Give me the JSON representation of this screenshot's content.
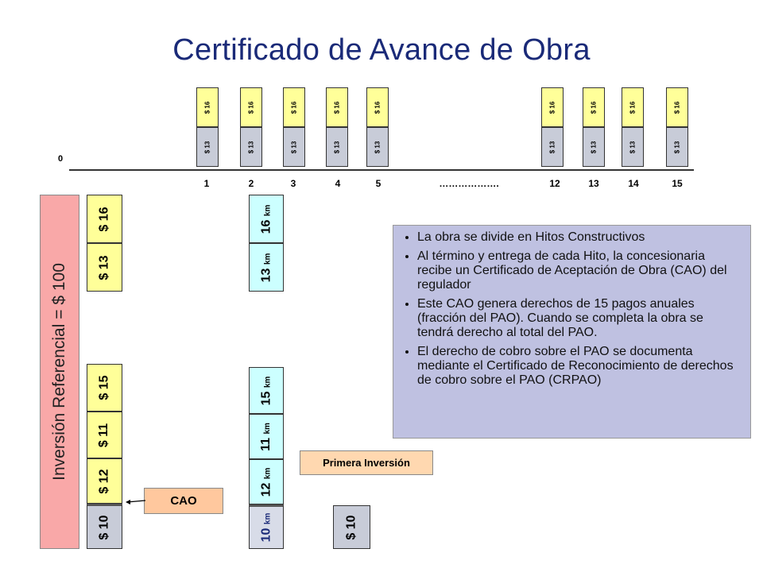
{
  "title": "Certificado de Avance de Obra",
  "timeline": {
    "zero_label": "0",
    "top_box_label": "$ 16",
    "bottom_box_label": "$ 13",
    "ticks": [
      "1",
      "2",
      "3",
      "4",
      "5",
      "12",
      "13",
      "14",
      "15"
    ],
    "ellipsis": "………………."
  },
  "investment": {
    "label": "Inversión Referencial = $ 100",
    "stack_top": [
      "$ 16",
      "$ 13"
    ],
    "stack_bottom": [
      "$ 15",
      "$ 11",
      "$ 12",
      "$ 10"
    ]
  },
  "km": {
    "unit": "km",
    "stack_top": [
      "16",
      "13"
    ],
    "stack_bottom": [
      "15",
      "11",
      "12",
      "10"
    ]
  },
  "cao_label": "CAO",
  "primera_label": "Primera Inversión",
  "primera_value": "$ 10",
  "info": {
    "bullets": [
      "La obra se divide en Hitos Constructivos",
      "Al término y entrega de cada Hito, la concesionaria recibe un Certificado de Aceptación de Obra (CAO) del regulador",
      "Este CAO genera derechos de 15 pagos anuales (fracción del PAO). Cuando se completa la obra se tendrá derecho al total del PAO.",
      "El derecho de cobro sobre el PAO se documenta mediante el Certificado de Reconocimiento de derechos de cobro sobre el PAO (CRPAO)"
    ]
  },
  "colors": {
    "title": "#1a2a78",
    "yellow": "#ffff99",
    "grey": "#c8ccd8",
    "km_fill": "#ccffff",
    "km_base": "#d8dce8",
    "pink": "#f9a8a8",
    "info_bg": "#bfc1e1",
    "cao_bg": "#ffc89e"
  }
}
